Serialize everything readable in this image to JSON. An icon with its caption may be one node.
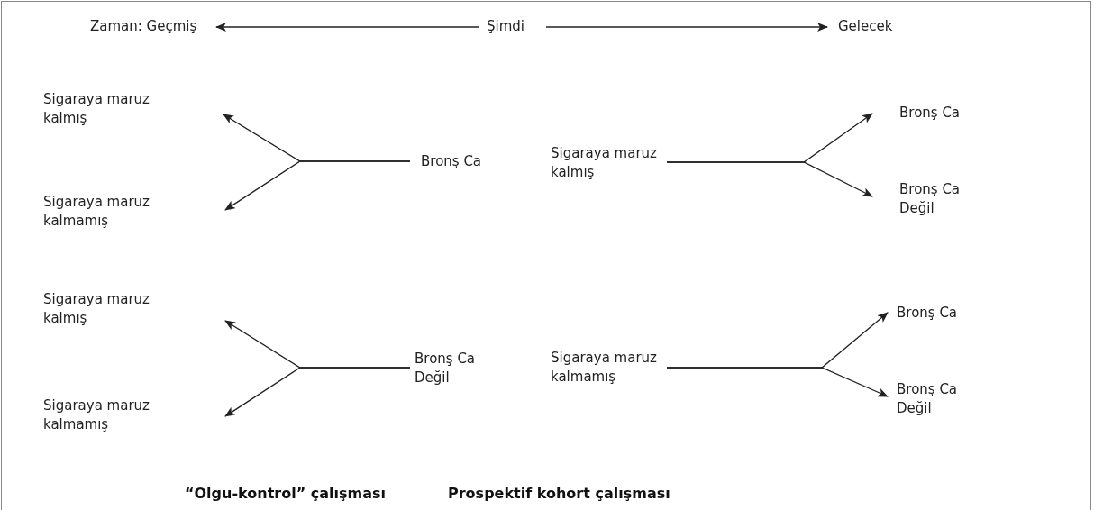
{
  "diagram": {
    "nodes": [
      {
        "text": [
          "Zaman: Geçmiş"
        ]
      },
      {
        "text": [
          "Şimdi"
        ]
      },
      {
        "text": [
          "Gelecek"
        ]
      },
      {
        "text": [
          "Sigaraya maruz kalmış"
        ]
      },
      {
        "text": [
          "Bronş Ca"
        ]
      },
      {
        "text": [
          "Sigaraya maruz kalmamış"
        ]
      },
      {
        "text": [
          "Sigaraya maruz kalmış"
        ]
      },
      {
        "text": [
          "Bronş Ca"
        ]
      },
      {
        "text": [
          "Bronş Ca Değil"
        ]
      },
      {
        "text": [
          "Sigaraya maruz kalmış"
        ]
      },
      {
        "text": [
          "Bronş Ca Değil"
        ]
      },
      {
        "text": [
          "Sigaraya maruz kalmamış"
        ]
      },
      {
        "text": [
          "Sigaraya maruz kalmamış"
        ]
      },
      {
        "text": [
          "Bronş Ca"
        ]
      },
      {
        "text": [
          "Bronş Ca Değil"
        ]
      }
    ],
    "edges": [
      {
        "from": 1,
        "to": 0,
        "arrow": "to"
      },
      {
        "from": 1,
        "to": 2,
        "arrow": "to"
      },
      {
        "from": 4,
        "to": 3,
        "arrow": "to"
      },
      {
        "from": 4,
        "to": 5,
        "arrow": "to"
      },
      {
        "from": 6,
        "to": 7,
        "arrow": "to"
      },
      {
        "from": 6,
        "to": 8,
        "arrow": "to"
      },
      {
        "from": 10,
        "to": 9,
        "arrow": "to"
      },
      {
        "from": 10,
        "to": 11,
        "arrow": "to"
      },
      {
        "from": 12,
        "to": 13,
        "arrow": "to"
      },
      {
        "from": 12,
        "to": 14,
        "arrow": "to"
      }
    ],
    "labels": [
      "“Olgu-kontrol” çalışması",
      "Prospektif kohort çalışması"
    ]
  }
}
